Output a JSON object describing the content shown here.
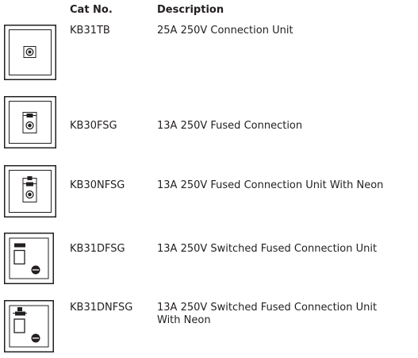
{
  "header": {
    "cat_label": "Cat No.",
    "desc_label": "Description"
  },
  "items": [
    {
      "cat": "KB31TB",
      "desc": "25A 250V Connection Unit"
    },
    {
      "cat": "KB30FSG",
      "desc": "13A 250V Fused Connection"
    },
    {
      "cat": "KB30NFSG",
      "desc": "13A 250V Fused Connection Unit With Neon"
    },
    {
      "cat": "KB31DFSG",
      "desc": "13A 250V Switched Fused Connection Unit"
    },
    {
      "cat": "KB31DNFSG",
      "desc_line1": "13A 250V Switched Fused Connection Unit",
      "desc_line2": "With Neon"
    }
  ]
}
